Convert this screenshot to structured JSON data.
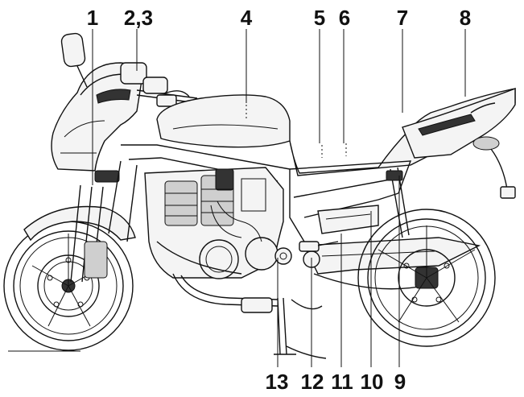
{
  "labels": {
    "l1": "1",
    "l23": "2,3",
    "l4": "4",
    "l5": "5",
    "l6": "6",
    "l7": "7",
    "l8": "8",
    "l9": "9",
    "l10": "10",
    "l11": "11",
    "l12": "12",
    "l13": "13"
  }
}
